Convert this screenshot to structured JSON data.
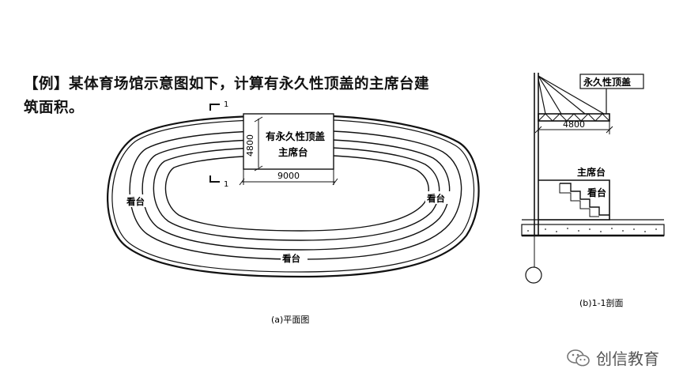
{
  "intro": {
    "line1": "【例】某体育场馆示意图如下，计算有永久性顶盖的主席台建",
    "line2": "筑面积。"
  },
  "plan": {
    "section_mark": "1",
    "dim_vertical": "4800",
    "dim_horizontal": "9000",
    "box_label_line1": "有永久性顶盖",
    "box_label_line2": "主席台",
    "stand_left": "看台",
    "stand_right": "看台",
    "stand_bottom": "看台",
    "caption": "(a)平面图"
  },
  "section": {
    "callout": "永久性顶盖",
    "dim": "4800",
    "label_main": "主席台",
    "label_stand": "看台",
    "caption": "(b)1-1剖面"
  },
  "watermark": {
    "text": "创信教育",
    "icon": "wechat-icon"
  }
}
